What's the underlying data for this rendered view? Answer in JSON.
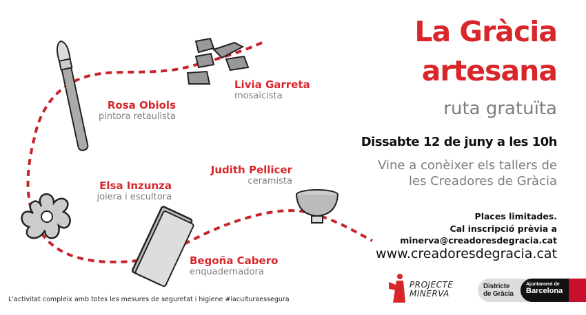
{
  "title": {
    "line1": "La Gràcia",
    "line2": "artesana"
  },
  "subtitle": "ruta gratuïta",
  "date": "Dissabte 12 de juny  a les 10h",
  "intro": {
    "line1": "Vine a conèixer els tallers de",
    "line2": "les Creadores de Gràcia"
  },
  "registration": {
    "line1": "Places limitades.",
    "line2": "Cal inscripció prèvia a",
    "email": "minerva@creadoresdegracia.cat"
  },
  "website": "www.creadoresdegracia.cat",
  "artists": [
    {
      "name": "Rosa Obiols",
      "role": "pintora retaulista",
      "icon": "paintbrush-icon"
    },
    {
      "name": "Livia Garreta",
      "role": "mosaïcista",
      "icon": "mosaic-tiles-icon"
    },
    {
      "name": "Judith Pellicer",
      "role": "ceramista",
      "icon": "ceramic-bowl-icon"
    },
    {
      "name": "Elsa Inzunza",
      "role": "joiera i escultora",
      "icon": "flower-jewel-icon"
    },
    {
      "name": "Begoña Cabero",
      "role": "enquadernadora",
      "icon": "book-icon"
    }
  ],
  "footer_note": "L'activitat compleix amb totes les mesures de seguretat i higiene #laculturaessegura",
  "logos": {
    "minerva": {
      "line1": "PROJECTE",
      "line2": "MINERVA"
    },
    "districte": {
      "line1": "Districte",
      "line2": "de Gràcia"
    },
    "ajuntament": {
      "line1": "Ajuntament de",
      "line2": "Barcelona"
    }
  },
  "colors": {
    "accent": "#d8262b",
    "gray": "#7d7d7d",
    "text": "#111111"
  }
}
